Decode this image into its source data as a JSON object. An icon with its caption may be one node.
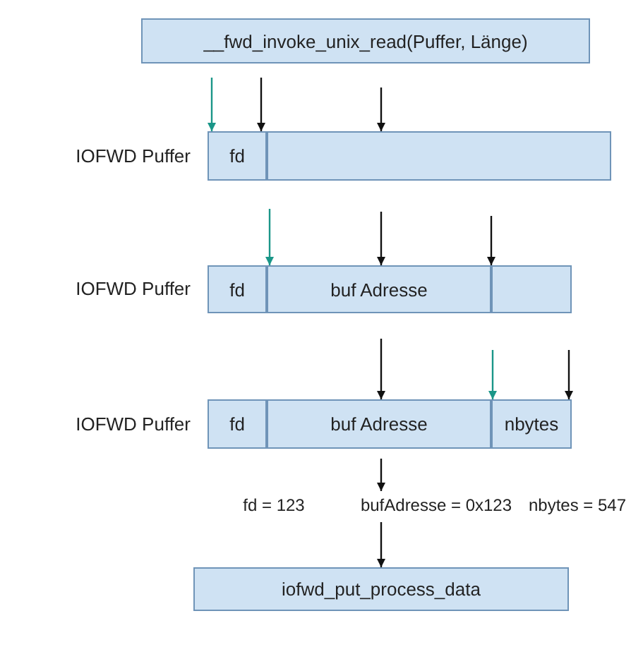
{
  "diagram": {
    "nodes": [
      {
        "text": [
          "__fwd_invoke_unix_read(Puffer, Länge)"
        ]
      },
      {
        "text": [
          "fd"
        ],
        "beside": [
          "IOFWD Puffer"
        ]
      },
      {
        "text": [],
        "shape": "box"
      },
      {
        "text": [
          "fd"
        ],
        "beside": [
          "IOFWD Puffer"
        ]
      },
      {
        "text": [
          "buf Adresse"
        ]
      },
      {
        "text": [],
        "shape": "box"
      },
      {
        "text": [
          "fd"
        ],
        "beside": [
          "IOFWD Puffer"
        ]
      },
      {
        "text": [
          "buf Adresse"
        ]
      },
      {
        "text": [
          "nbytes"
        ]
      },
      {
        "text": [
          "fd = 123"
        ]
      },
      {
        "text": [
          "bufAdresse = 0x123"
        ]
      },
      {
        "text": [
          "nbytes = 547"
        ]
      },
      {
        "text": [
          "iofwd_put_process_data"
        ]
      }
    ],
    "edges": [
      {
        "from": 0,
        "to": 1,
        "arrow": "to",
        "color": "#1a9688"
      },
      {
        "from": 0,
        "to": 2,
        "arrow": "to"
      },
      {
        "from": 0,
        "to": 2,
        "arrow": "to"
      },
      {
        "from": null,
        "to": 4,
        "arrow": "to",
        "color": "#1a9688"
      },
      {
        "from": null,
        "to": 4,
        "arrow": "to"
      },
      {
        "from": null,
        "to": 5,
        "arrow": "to"
      },
      {
        "from": null,
        "to": 7,
        "arrow": "to"
      },
      {
        "from": null,
        "to": 8,
        "arrow": "to",
        "color": "#1a9688"
      },
      {
        "from": null,
        "to": 8,
        "arrow": "to"
      },
      {
        "from": 7,
        "to": 10,
        "arrow": "to"
      },
      {
        "from": 10,
        "to": 12,
        "arrow": "to"
      }
    ]
  }
}
